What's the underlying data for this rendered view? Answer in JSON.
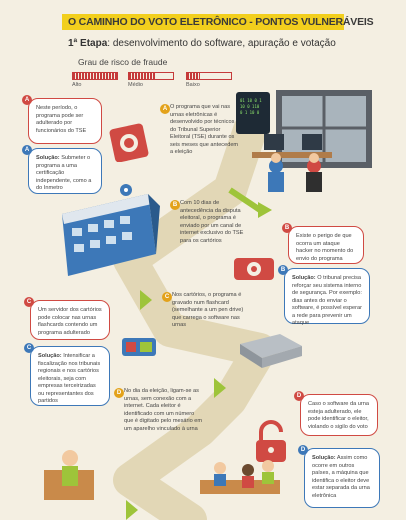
{
  "title": "O CAMINHO DO VOTO ELETRÔNICO - PONTOS VULNERÁVEIS",
  "stage": {
    "prefix": "1ª Etapa",
    "rest": ": desenvolvimento do software, apuração e votação"
  },
  "risk": {
    "title": "Grau de risco de fraude",
    "levels": [
      {
        "label": "Alto",
        "fill": 1.0
      },
      {
        "label": "Médio",
        "fill": 0.6
      },
      {
        "label": "Baixo",
        "fill": 0.3
      }
    ]
  },
  "colors": {
    "red": "#d04a43",
    "blue": "#3d78b8",
    "yellow": "#f2cf1d",
    "road": "#e2d7b6"
  },
  "steps": {
    "a": {
      "badge": "A",
      "text": "O programa que vai nas urnas eletrônicas é desenvolvido por técnicos do Tribunal Superior Eleitoral (TSE) durante os seis meses que antecedem a eleição"
    },
    "b": {
      "badge": "B",
      "text": "Com 10 dias de antecedência da disputa eleitoral, o programa é enviado por um canal de internet exclusivo do TSE para os cartórios"
    },
    "c": {
      "badge": "C",
      "text": "Nos cartórios, o programa é gravado num flashcard (semelhante a um pen drive) que carrega o software nas urnas"
    },
    "d": {
      "badge": "D",
      "text": "No dia da eleição, ligam-se as urnas, sem conexão com a internet. Cada eleitor é identificado com um número que é digitado pelo mesário em um aparelho vinculado à urna"
    }
  },
  "risks": {
    "a": {
      "badge": "A",
      "text": "Neste período, o programa pode ser adulterado por funcionários do TSE"
    },
    "b": {
      "badge": "B",
      "text": "Existe o perigo de que ocorra um ataque hacker no momento do envio do programa"
    },
    "c": {
      "badge": "C",
      "text": "Um servidor dos cartórios pode colocar nas urnas flashcards contendo um programa adulterado"
    },
    "d": {
      "badge": "D",
      "text": "Caso o software da urna esteja adulterado, ele pode identificar o eleitor, violando o sigilo do voto"
    }
  },
  "solutions": {
    "a": {
      "badge": "A",
      "label": "Solução:",
      "text": "Submeter o programa a uma certificação independente, como a do Inmetro"
    },
    "b": {
      "badge": "B",
      "label": "Solução:",
      "text": "O tribunal precisa reforçar seu sistema interno de segurança. Por exemplo: dias antes do enviar o software, é possível esperar a rede para prevenir um ataque"
    },
    "c": {
      "badge": "C",
      "label": "Solução:",
      "text": "Intensificar a fiscalização nos tribunais regionais e nos cartórios eleitorais, seja com empresas terceirizadas ou representantes dos partidos"
    },
    "d": {
      "badge": "D",
      "label": "Solução:",
      "text": "Assim como ocorre em outros países, a máquina que identifica o eleitor deve estar separada da urna eletrônica"
    }
  }
}
